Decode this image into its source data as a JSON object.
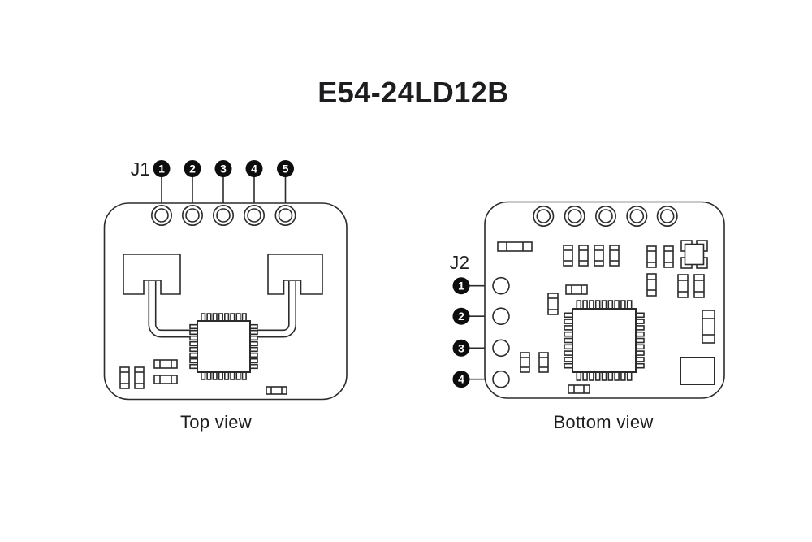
{
  "title": "E54-24LD12B",
  "top_view": {
    "caption": "Top view",
    "connector": {
      "label": "J1",
      "pins": [
        "1",
        "2",
        "3",
        "4",
        "5"
      ]
    }
  },
  "bottom_view": {
    "caption": "Bottom view",
    "connector": {
      "label": "J2",
      "pins": [
        "1",
        "2",
        "3",
        "4"
      ]
    }
  },
  "colors": {
    "line": "#2b2b2b",
    "text": "#1d1d1f",
    "badge_fill": "#0d0d0d",
    "badge_text": "#ffffff",
    "background": "#ffffff"
  }
}
